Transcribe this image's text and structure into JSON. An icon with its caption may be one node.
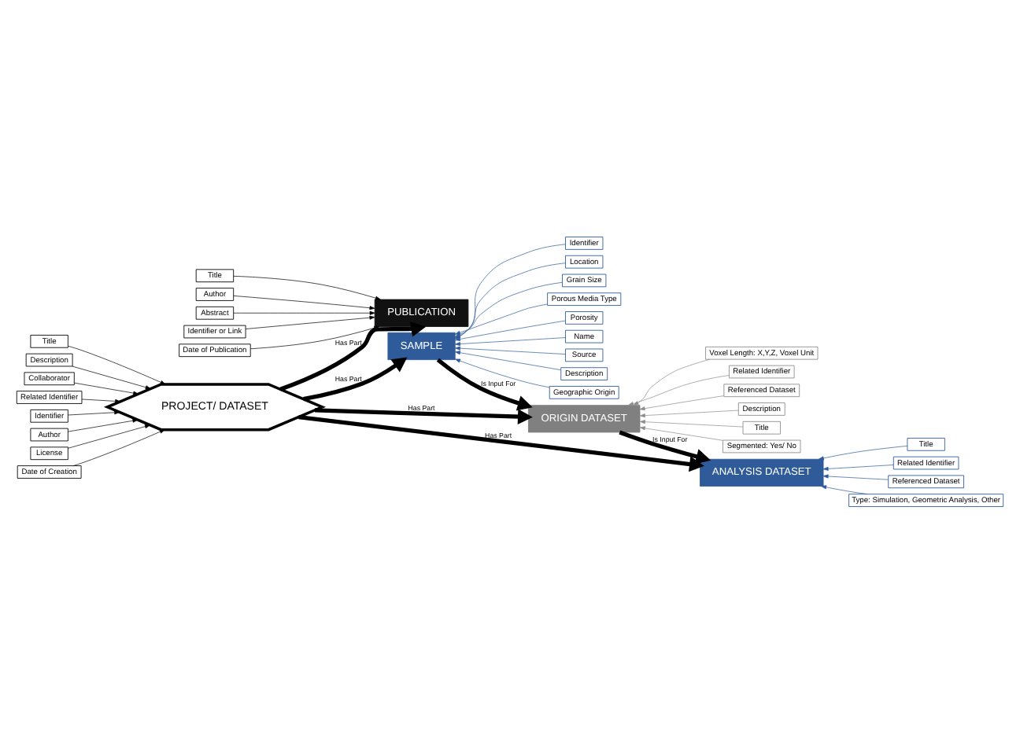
{
  "diagram": {
    "nodes": [
      {
        "text": [
          "PROJECT/ DATASET"
        ]
      },
      {
        "text": [
          "Title"
        ]
      },
      {
        "text": [
          "Description"
        ]
      },
      {
        "text": [
          "Collaborator"
        ]
      },
      {
        "text": [
          "Related Identifier"
        ]
      },
      {
        "text": [
          "Identifier"
        ]
      },
      {
        "text": [
          "Author"
        ]
      },
      {
        "text": [
          "License"
        ]
      },
      {
        "text": [
          "Date of Creation"
        ]
      },
      {
        "text": [
          "SAMPLE"
        ]
      },
      {
        "text": [
          "Identifier"
        ]
      },
      {
        "text": [
          "Location"
        ]
      },
      {
        "text": [
          "Grain Size"
        ]
      },
      {
        "text": [
          "Porous Media Type"
        ]
      },
      {
        "text": [
          "Porosity"
        ]
      },
      {
        "text": [
          "Name"
        ]
      },
      {
        "text": [
          "Source"
        ]
      },
      {
        "text": [
          "Description"
        ]
      },
      {
        "text": [
          "Geographic Origin"
        ]
      },
      {
        "text": [
          "ORIGIN DATASET"
        ]
      },
      {
        "text": [
          "Voxel Length: X,Y,Z, Voxel Unit"
        ]
      },
      {
        "text": [
          "Related Identifier"
        ]
      },
      {
        "text": [
          "Referenced Dataset"
        ]
      },
      {
        "text": [
          "Description"
        ]
      },
      {
        "text": [
          "Title"
        ]
      },
      {
        "text": [
          "Segmented: Yes/ No"
        ]
      },
      {
        "text": [
          "ANALYSIS DATASET"
        ]
      },
      {
        "text": [
          "Title"
        ]
      },
      {
        "text": [
          "Related Identifier"
        ]
      },
      {
        "text": [
          "Referenced Dataset"
        ]
      },
      {
        "text": [
          "Type: Simulation, Geometric Analysis, Other"
        ]
      },
      {
        "text": [
          "PUBLICATION"
        ]
      },
      {
        "text": [
          "Title"
        ]
      },
      {
        "text": [
          "Author"
        ]
      },
      {
        "text": [
          "Abstract"
        ]
      },
      {
        "text": [
          "Identifier or Link"
        ]
      },
      {
        "text": [
          "Date of Publication"
        ]
      }
    ],
    "edges": [
      {
        "from": 1,
        "to": 0,
        "arrow": "to"
      },
      {
        "from": 2,
        "to": 0,
        "arrow": "to"
      },
      {
        "from": 3,
        "to": 0,
        "arrow": "to"
      },
      {
        "from": 4,
        "to": 0,
        "arrow": "to"
      },
      {
        "from": 5,
        "to": 0,
        "arrow": "to"
      },
      {
        "from": 6,
        "to": 0,
        "arrow": "to"
      },
      {
        "from": 7,
        "to": 0,
        "arrow": "to"
      },
      {
        "from": 8,
        "to": 0,
        "arrow": "to"
      },
      {
        "from": 0,
        "to": 9,
        "arrow": "to",
        "label": "Has Part",
        "style": "thick"
      },
      {
        "from": 10,
        "to": 9,
        "arrow": "to",
        "color": "#2e5a9c"
      },
      {
        "from": 11,
        "to": 9,
        "arrow": "to",
        "color": "#2e5a9c"
      },
      {
        "from": 12,
        "to": 9,
        "arrow": "to",
        "color": "#2e5a9c"
      },
      {
        "from": 13,
        "to": 9,
        "arrow": "to",
        "color": "#2e5a9c"
      },
      {
        "from": 14,
        "to": 9,
        "arrow": "to",
        "color": "#2e5a9c"
      },
      {
        "from": 15,
        "to": 9,
        "arrow": "to",
        "color": "#2e5a9c"
      },
      {
        "from": 16,
        "to": 9,
        "arrow": "to",
        "color": "#2e5a9c"
      },
      {
        "from": 17,
        "to": 9,
        "arrow": "to",
        "color": "#2e5a9c"
      },
      {
        "from": 18,
        "to": 9,
        "arrow": "to",
        "color": "#2e5a9c"
      },
      {
        "from": 0,
        "to": 19,
        "arrow": "to",
        "label": "Has Part",
        "style": "thick"
      },
      {
        "from": 9,
        "to": 19,
        "arrow": "to",
        "label": "Is Input For",
        "style": "thick"
      },
      {
        "from": 20,
        "to": 19,
        "arrow": "to",
        "color": "#8c8c8c"
      },
      {
        "from": 21,
        "to": 19,
        "arrow": "to",
        "color": "#8c8c8c"
      },
      {
        "from": 22,
        "to": 19,
        "arrow": "to",
        "color": "#8c8c8c"
      },
      {
        "from": 23,
        "to": 19,
        "arrow": "to",
        "color": "#8c8c8c"
      },
      {
        "from": 24,
        "to": 19,
        "arrow": "to",
        "color": "#8c8c8c"
      },
      {
        "from": 25,
        "to": 19,
        "arrow": "to",
        "color": "#8c8c8c"
      },
      {
        "from": 0,
        "to": 26,
        "arrow": "to",
        "label": "Has Part",
        "style": "thick"
      },
      {
        "from": 19,
        "to": 26,
        "arrow": "to",
        "label": "Is Input For",
        "style": "thick"
      },
      {
        "from": 27,
        "to": 26,
        "arrow": "to",
        "color": "#2e5a9c"
      },
      {
        "from": 28,
        "to": 26,
        "arrow": "to",
        "color": "#2e5a9c"
      },
      {
        "from": 29,
        "to": 26,
        "arrow": "to",
        "color": "#2e5a9c"
      },
      {
        "from": 30,
        "to": 26,
        "arrow": "to",
        "color": "#2e5a9c"
      },
      {
        "from": 0,
        "to": 31,
        "arrow": "to",
        "label": "Has Part",
        "style": "thick"
      },
      {
        "from": 32,
        "to": 31,
        "arrow": "to"
      },
      {
        "from": 33,
        "to": 31,
        "arrow": "to"
      },
      {
        "from": 34,
        "to": 31,
        "arrow": "to"
      },
      {
        "from": 35,
        "to": 31,
        "arrow": "to"
      },
      {
        "from": 36,
        "to": 31,
        "arrow": "to"
      }
    ]
  }
}
